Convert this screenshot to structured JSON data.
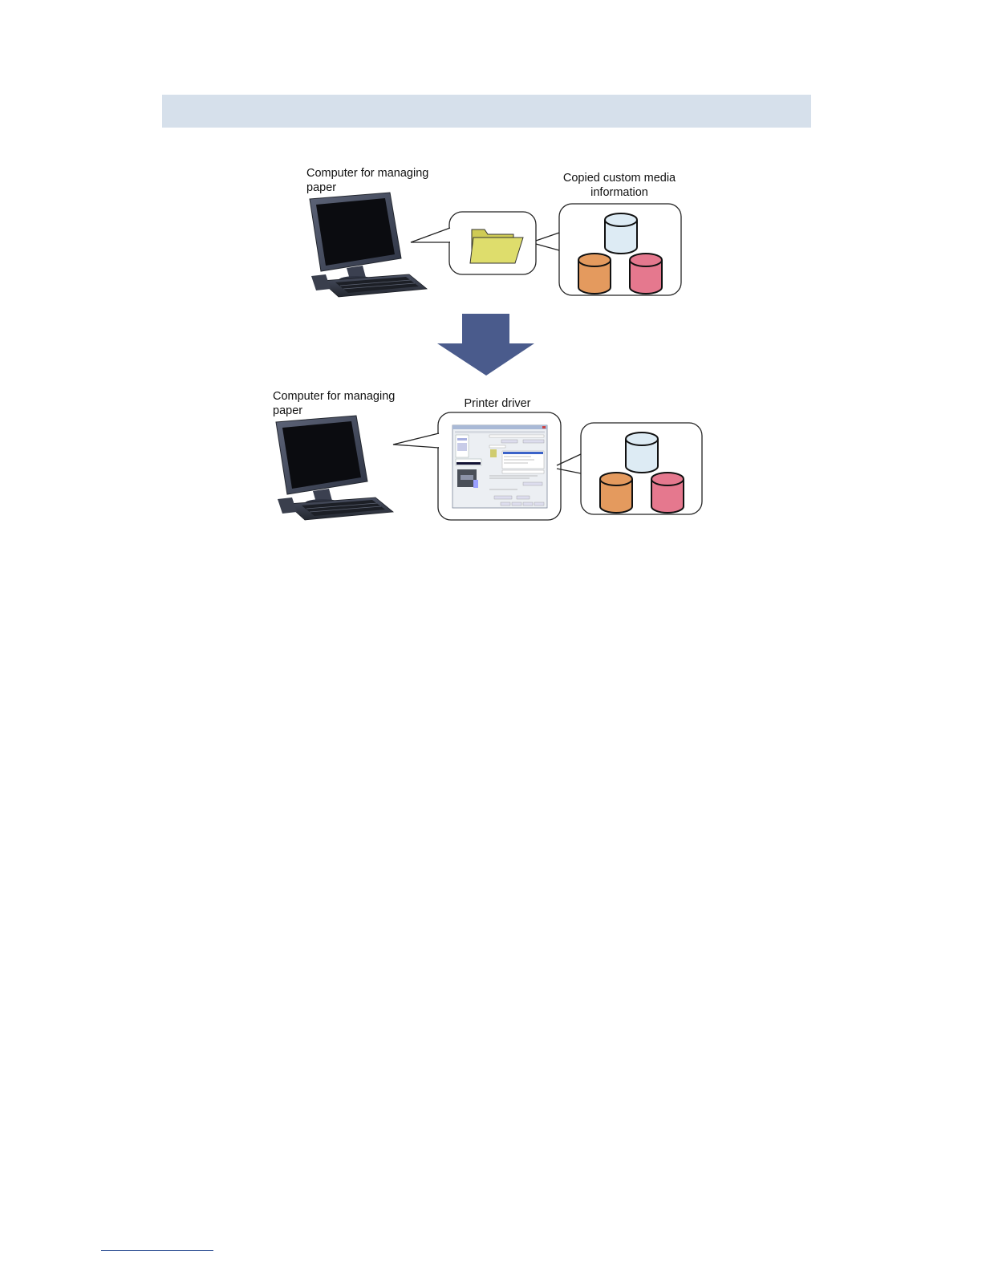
{
  "diagram": {
    "top": {
      "computer_label_line1": "Computer for managing",
      "computer_label_line2": "paper",
      "media_label_line1": "Copied custom media",
      "media_label_line2": "information"
    },
    "bottom": {
      "computer_label_line1": "Computer for managing",
      "computer_label_line2": "paper",
      "driver_label": "Printer driver"
    },
    "colors": {
      "header_band": "#d6e0eb",
      "arrow": "#4a5b8c",
      "folder": "#dedd6c",
      "db_blue": "#ddebf4",
      "db_orange": "#e49a5e",
      "db_pink": "#e5788e",
      "monitor": "#2e3444"
    }
  }
}
